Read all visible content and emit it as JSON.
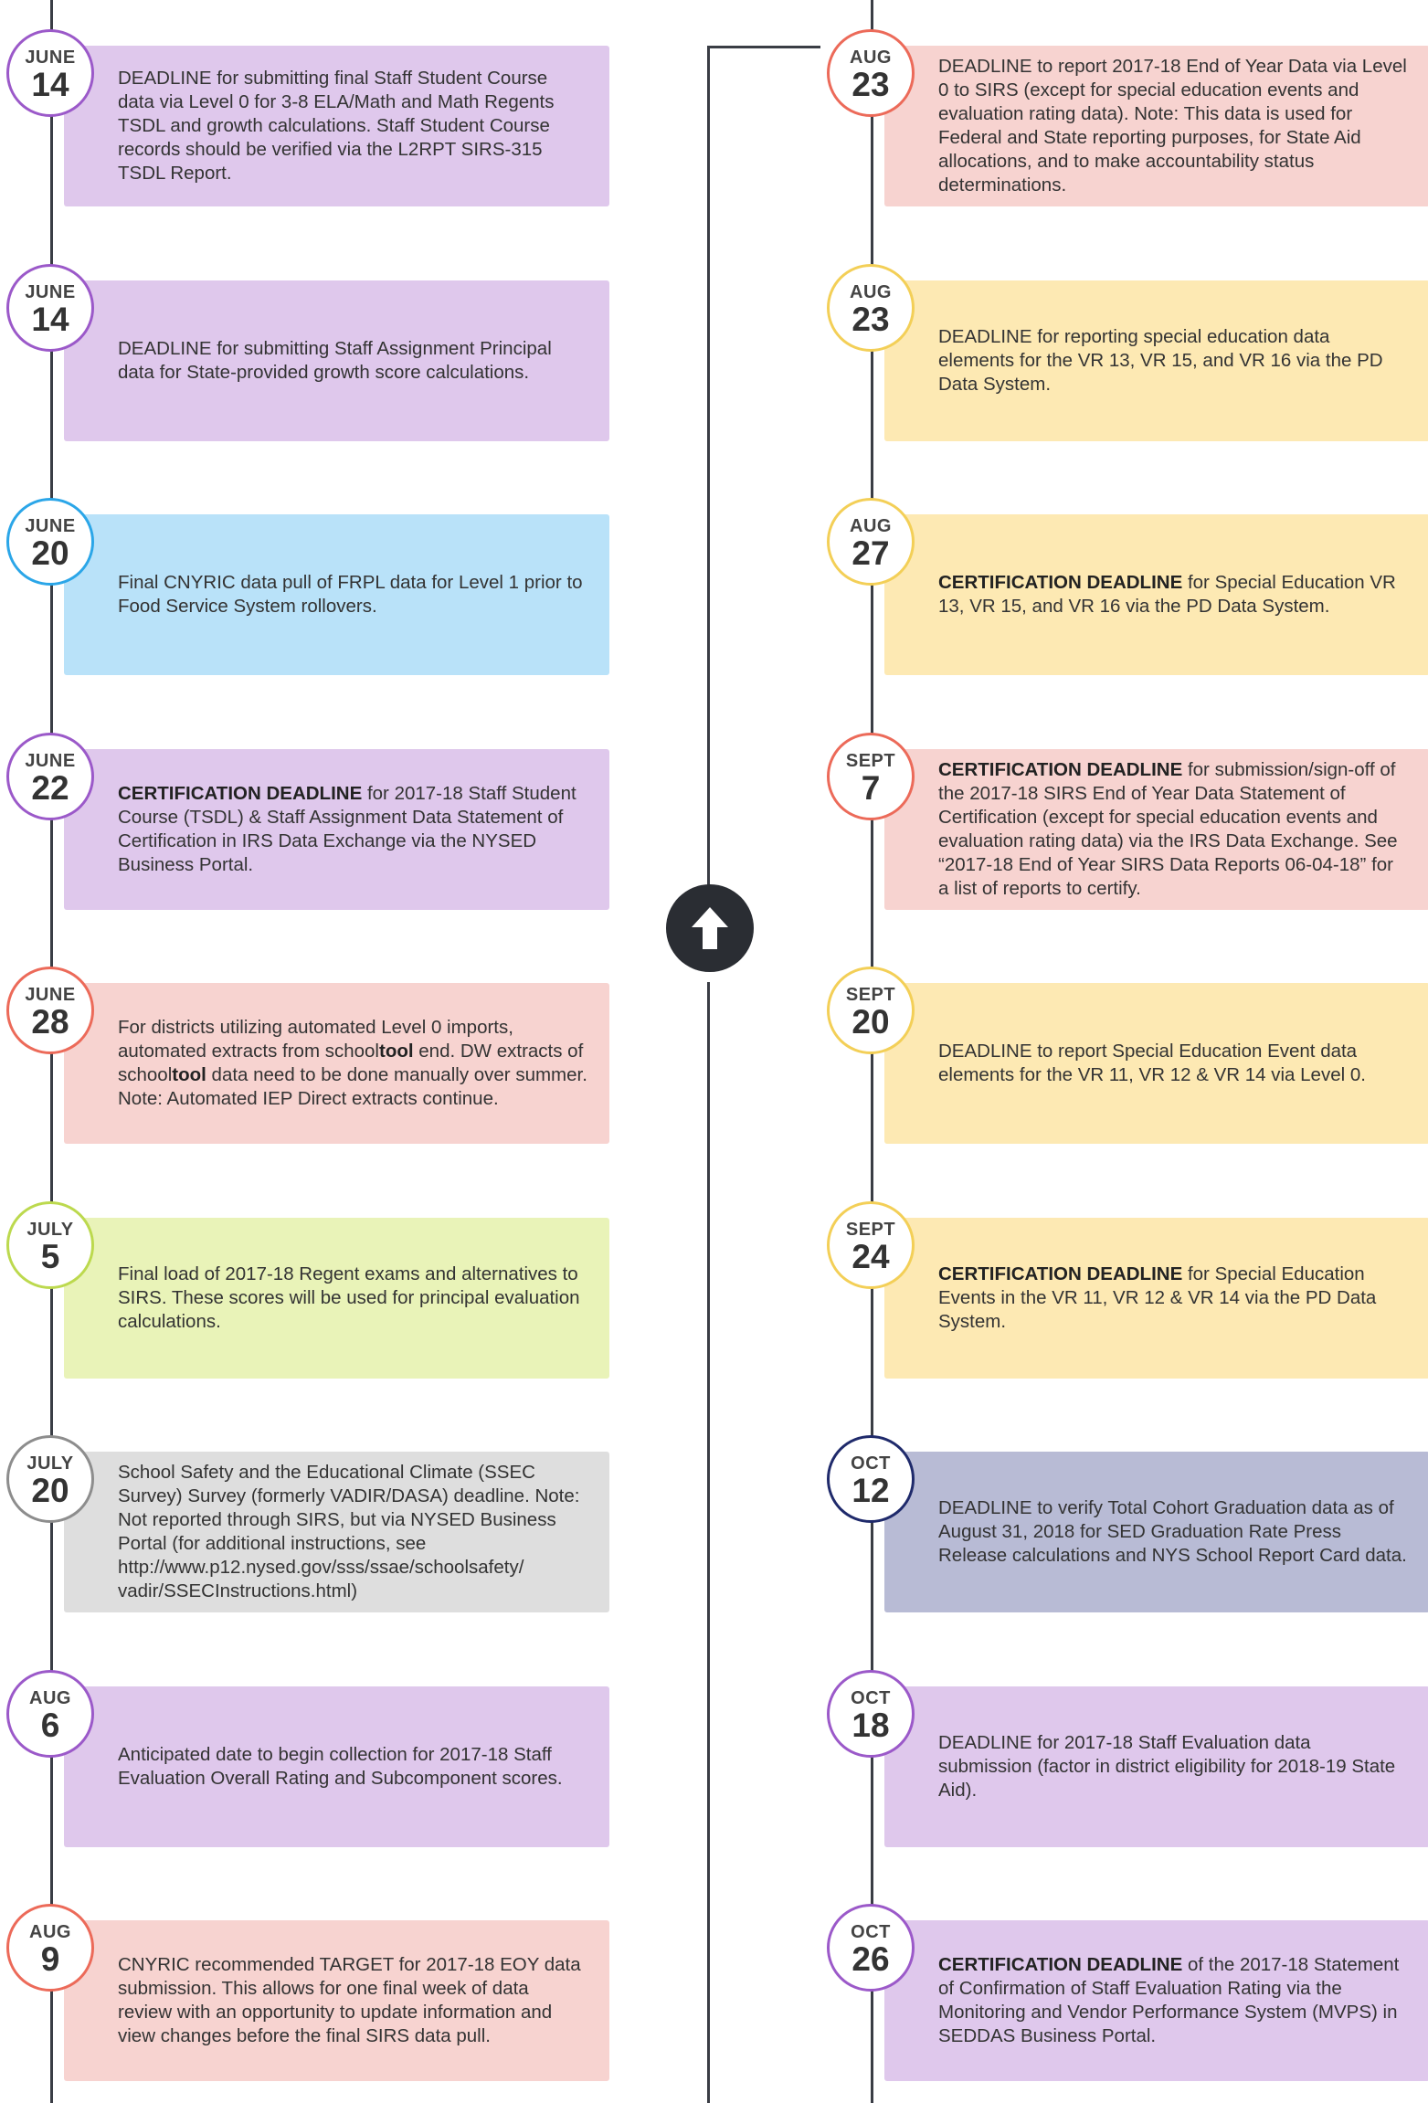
{
  "colors": {
    "purple": {
      "fill": "#dfc8ec",
      "ring": "#9b59c9"
    },
    "blue": {
      "fill": "#b9e2f9",
      "ring": "#2ba6e8"
    },
    "red": {
      "fill": "#f7d3d0",
      "ring": "#ec6a59"
    },
    "green": {
      "fill": "#e9f3b8",
      "ring": "#bcd94e"
    },
    "gray": {
      "fill": "#dedede",
      "ring": "#8d8d8d"
    },
    "yellow": {
      "fill": "#fde9b3",
      "ring": "#f3cf57"
    },
    "navy": {
      "fill": "#b8bbd5",
      "ring": "#1f2a6b"
    }
  },
  "scroll_up_icon": "arrow-up-icon",
  "left_items": [
    {
      "month": "JUNE",
      "day": "14",
      "color": "purple",
      "text": "DEADLINE for submitting final Staff Student Course data via Level 0 for 3-8 ELA/Math and Math Regents TSDL and growth calculations. Staff Student Course records should be verified via the L2RPT SIRS-315 TSDL Report."
    },
    {
      "month": "JUNE",
      "day": "14",
      "color": "purple",
      "text": "DEADLINE for submitting Staff Assignment Principal data for State-provided growth score calculations."
    },
    {
      "month": "JUNE",
      "day": "20",
      "color": "blue",
      "text": "Final CNYRIC data pull of FRPL data for Level 1 prior to Food Service System rollovers."
    },
    {
      "month": "JUNE",
      "day": "22",
      "color": "purple",
      "bold": "CERTIFICATION DEADLINE",
      "text": " for 2017-18 Staff Student Course (TSDL) & Staff Assignment Data Statement of Certification in IRS Data Exchange via the NYSED Business Portal."
    },
    {
      "month": "JUNE",
      "day": "28",
      "color": "red",
      "parts": [
        "For districts utilizing automated Level 0 imports, automated extracts from school",
        "tool",
        " end.  DW extracts of school",
        "tool",
        " data need to be done manually over summer. Note: Automated IEP Direct extracts continue."
      ]
    },
    {
      "month": "JULY",
      "day": "5",
      "color": "green",
      "text": "Final load of 2017-18 Regent exams and alternatives to SIRS.  These scores will be used for principal evaluation calculations."
    },
    {
      "month": "JULY",
      "day": "20",
      "color": "gray",
      "text": "School Safety and the Educational Climate (SSEC Survey) Survey (formerly VADIR/DASA) deadline. Note: Not reported through SIRS, but via NYSED Business Portal (for additional instructions, see http://www.p12.nysed.gov/sss/ssae/schoolsafety/ vadir/SSECInstructions.html)"
    },
    {
      "month": "AUG",
      "day": "6",
      "color": "purple",
      "text": "Anticipated date to begin collection for 2017-18 Staff Evaluation Overall Rating and Subcomponent scores."
    },
    {
      "month": "AUG",
      "day": "9",
      "color": "red",
      "text": "CNYRIC recommended TARGET for 2017-18 EOY data submission. This allows for one final week of data review with an opportunity to update information and view changes before the final SIRS data pull."
    }
  ],
  "right_items": [
    {
      "month": "AUG",
      "day": "23",
      "color": "red",
      "text": "DEADLINE to report 2017-18 End of Year Data via Level 0 to SIRS (except for special education events and evaluation rating data). Note: This data is used for Federal and State reporting purposes, for State Aid allocations, and to make accountability status determinations."
    },
    {
      "month": "AUG",
      "day": "23",
      "color": "yellow",
      "text": "DEADLINE for reporting special education data elements for the VR 13, VR 15, and VR 16 via the PD Data System."
    },
    {
      "month": "AUG",
      "day": "27",
      "color": "yellow",
      "bold": "CERTIFICATION DEADLINE",
      "text": " for Special Education VR 13, VR 15, and VR 16 via the PD Data System."
    },
    {
      "month": "SEPT",
      "day": "7",
      "color": "red",
      "bold": "CERTIFICATION DEADLINE",
      "text": " for submission/sign-off of the 2017-18 SIRS End of Year Data Statement of Certification (except for special education events and evaluation rating data) via the IRS Data Exchange. See “2017-18 End of Year SIRS Data Reports 06-04-18” for a list of reports to certify."
    },
    {
      "month": "SEPT",
      "day": "20",
      "color": "yellow",
      "text": "DEADLINE to report Special Education Event data elements for the VR 11, VR 12 & VR 14 via Level 0."
    },
    {
      "month": "SEPT",
      "day": "24",
      "color": "yellow",
      "bold": "CERTIFICATION DEADLINE",
      "text": " for Special Education Events in the VR 11, VR 12 & VR 14 via the PD Data System."
    },
    {
      "month": "OCT",
      "day": "12",
      "color": "navy",
      "text": "DEADLINE to verify Total Cohort Graduation data as of August 31, 2018 for SED Graduation Rate Press Release calculations and NYS School Report Card data."
    },
    {
      "month": "OCT",
      "day": "18",
      "color": "purple",
      "text": "DEADLINE for 2017-18 Staff Evaluation data submission (factor in district eligibility for 2018-19 State Aid)."
    },
    {
      "month": "OCT",
      "day": "26",
      "color": "purple",
      "bold": "CERTIFICATION DEADLINE",
      "text": " of the 2017-18 Statement of Confirmation of Staff Evaluation Rating via the Monitoring and Vendor Performance System (MVPS) in SEDDAS Business Portal."
    }
  ]
}
